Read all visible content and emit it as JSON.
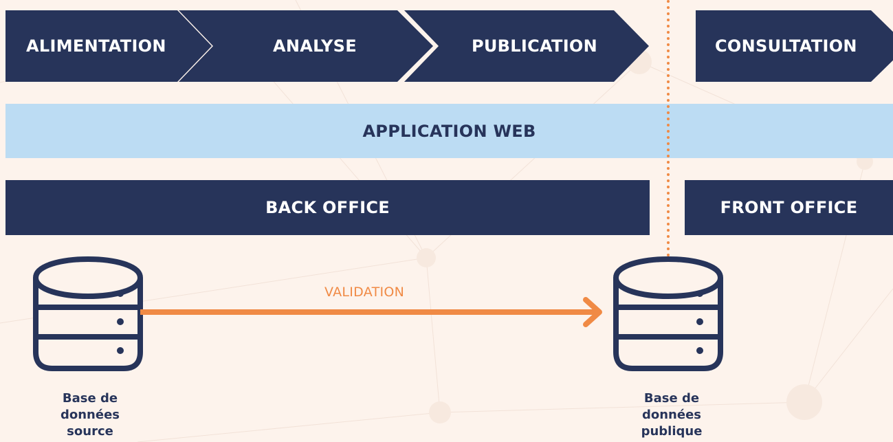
{
  "steps": [
    {
      "label": "ALIMENTATION"
    },
    {
      "label": "ANALYSE"
    },
    {
      "label": "PUBLICATION"
    },
    {
      "label": "CONSULTATION"
    }
  ],
  "bands": {
    "application": "APPLICATION WEB",
    "back_office": "BACK OFFICE",
    "front_office": "FRONT OFFICE"
  },
  "databases": {
    "source": {
      "line1": "Base de",
      "line2": "données",
      "line3": "source"
    },
    "publique": {
      "line1": "Base de",
      "line2": "données",
      "line3": "publique"
    }
  },
  "arrow_label": "VALIDATION",
  "colors": {
    "navy": "#27345a",
    "light_blue": "#bcdcf3",
    "orange": "#f08a45",
    "background": "#fdf3ec"
  }
}
